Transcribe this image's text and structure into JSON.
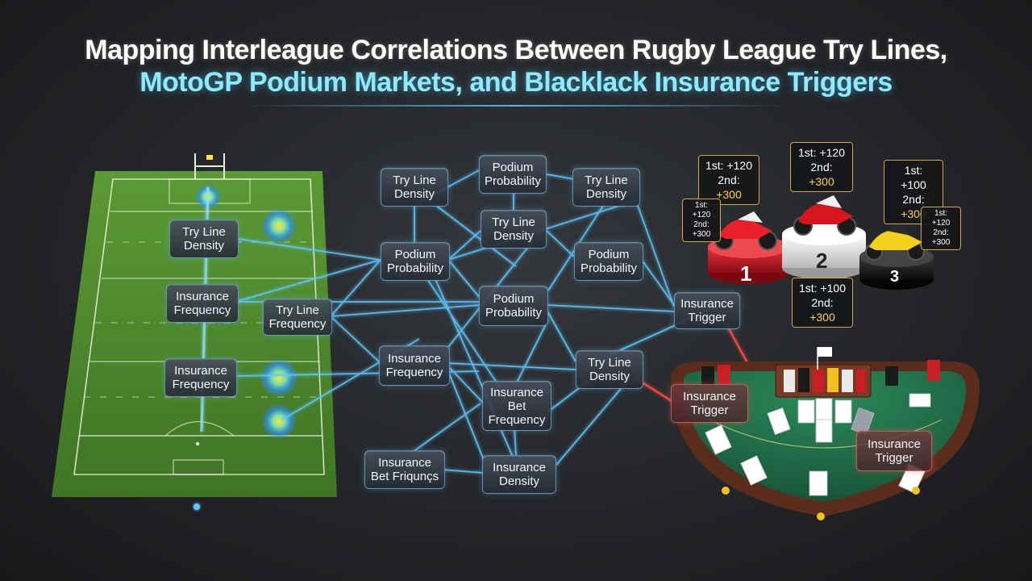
{
  "title": {
    "line1": "Mapping Interleague Correlations Between Rugby League Try Lines,",
    "line2": "MotoGP Podium Markets, and Blacklack Insurance Triggers"
  },
  "field_nodes": [
    "Try Line Density",
    "Insurance Frequency",
    "Insurance Frequency"
  ],
  "network_nodes": [
    "Try Line Density",
    "Podium Probability",
    "Try Line Density",
    "Try Line Density",
    "Podium Probability",
    "Podium Probability",
    "Try Line Frequency",
    "Podium Probability",
    "Insurance Trigger",
    "Insurance Frequency",
    "Try Line Density",
    "Insurance Bet Frequency",
    "Insurance Bet Friqunçs",
    "Insurance Density"
  ],
  "table_nodes": [
    "Insurance Trigger",
    "Insurance Trigger"
  ],
  "podium": {
    "places": [
      "1",
      "2",
      "3"
    ],
    "odds_large": [
      {
        "first": "1st: +120",
        "second_label": "2nd:",
        "second_value": "+300"
      },
      {
        "first": "1st: +120",
        "second_label": "2nd:",
        "second_value": "+300"
      },
      {
        "first": "1st: +100",
        "second_label": "2nd:",
        "second_value": "+300"
      },
      {
        "first": "1st: +100",
        "second_label": "2nd:",
        "second_value": "+300"
      }
    ],
    "odds_small": [
      {
        "first": "1st: +120",
        "second": "2nd: +300"
      },
      {
        "first": "1st: +120",
        "second": "2nd: +300"
      }
    ]
  },
  "colors": {
    "link": "#5ec8ff",
    "trigger_link": "#ff4a4a",
    "pitch": "#4f8a2c",
    "felt": "#1f6a45",
    "table_rim": "#5a2c1c",
    "odds_border": "#d4a83a",
    "podium_first": "#c8202a",
    "podium_second": "#e8e8e8",
    "podium_third": "#1e1e20"
  }
}
